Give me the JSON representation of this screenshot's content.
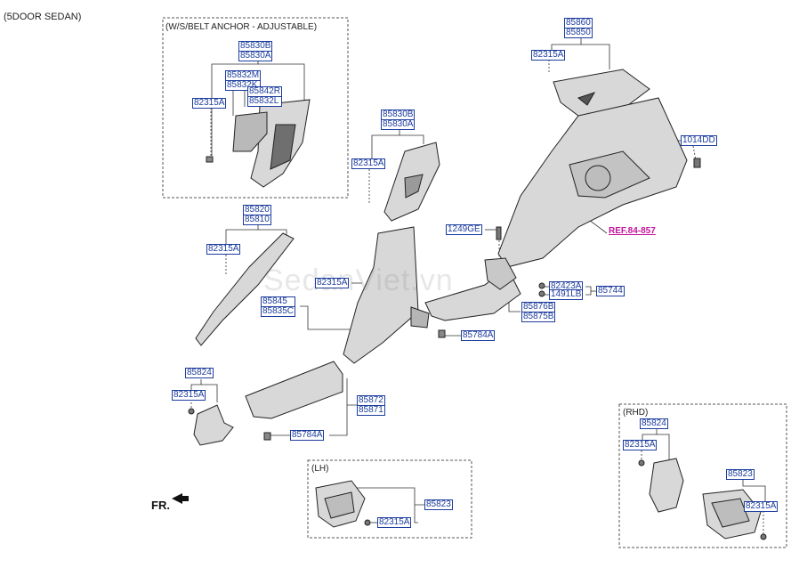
{
  "header": "(5DOOR SEDAN)",
  "boxes": {
    "belt": "(W/S/BELT ANCHOR - ADJUSTABLE)",
    "lh": "(LH)",
    "rhd": "(RHD)"
  },
  "watermark": "SedanViet.vn",
  "front_label": "FR.",
  "ref_link": "REF.84-857",
  "labels": {
    "p85830_box": [
      "85830B",
      "85830A"
    ],
    "p85832": [
      "85832M",
      "85832K"
    ],
    "p85842": [
      "85842R",
      "85832L"
    ],
    "p82315_box": "82315A",
    "p85860": [
      "85860",
      "85850"
    ],
    "p82315_top": "82315A",
    "p1014": "1014DD",
    "p85830_mid": [
      "85830B",
      "85830A"
    ],
    "p82315_mid": "82315A",
    "p1249": "1249GE",
    "p85820": [
      "85820",
      "85810"
    ],
    "p82315_pillar": "82315A",
    "p82315_center": "82315A",
    "p85845": [
      "85845",
      "85835C"
    ],
    "p82423": "82423A",
    "p1491": "1491LB",
    "p85744": "85744",
    "p85876": [
      "85876B",
      "85875B"
    ],
    "p85784_right": "85784A",
    "p85824": "85824",
    "p82315_left": "82315A",
    "p85872": [
      "85872",
      "85871"
    ],
    "p85784_bottom": "85784A",
    "p85823_lh": "85823",
    "p82315_lh": "82315A",
    "p85824_rhd": "85824",
    "p82315_rhd1": "82315A",
    "p85823_rhd": "85823",
    "p82315_rhd2": "82315A"
  },
  "colors": {
    "label_border": "#1d3d9e",
    "ref": "#c3149a",
    "line": "#333333"
  }
}
